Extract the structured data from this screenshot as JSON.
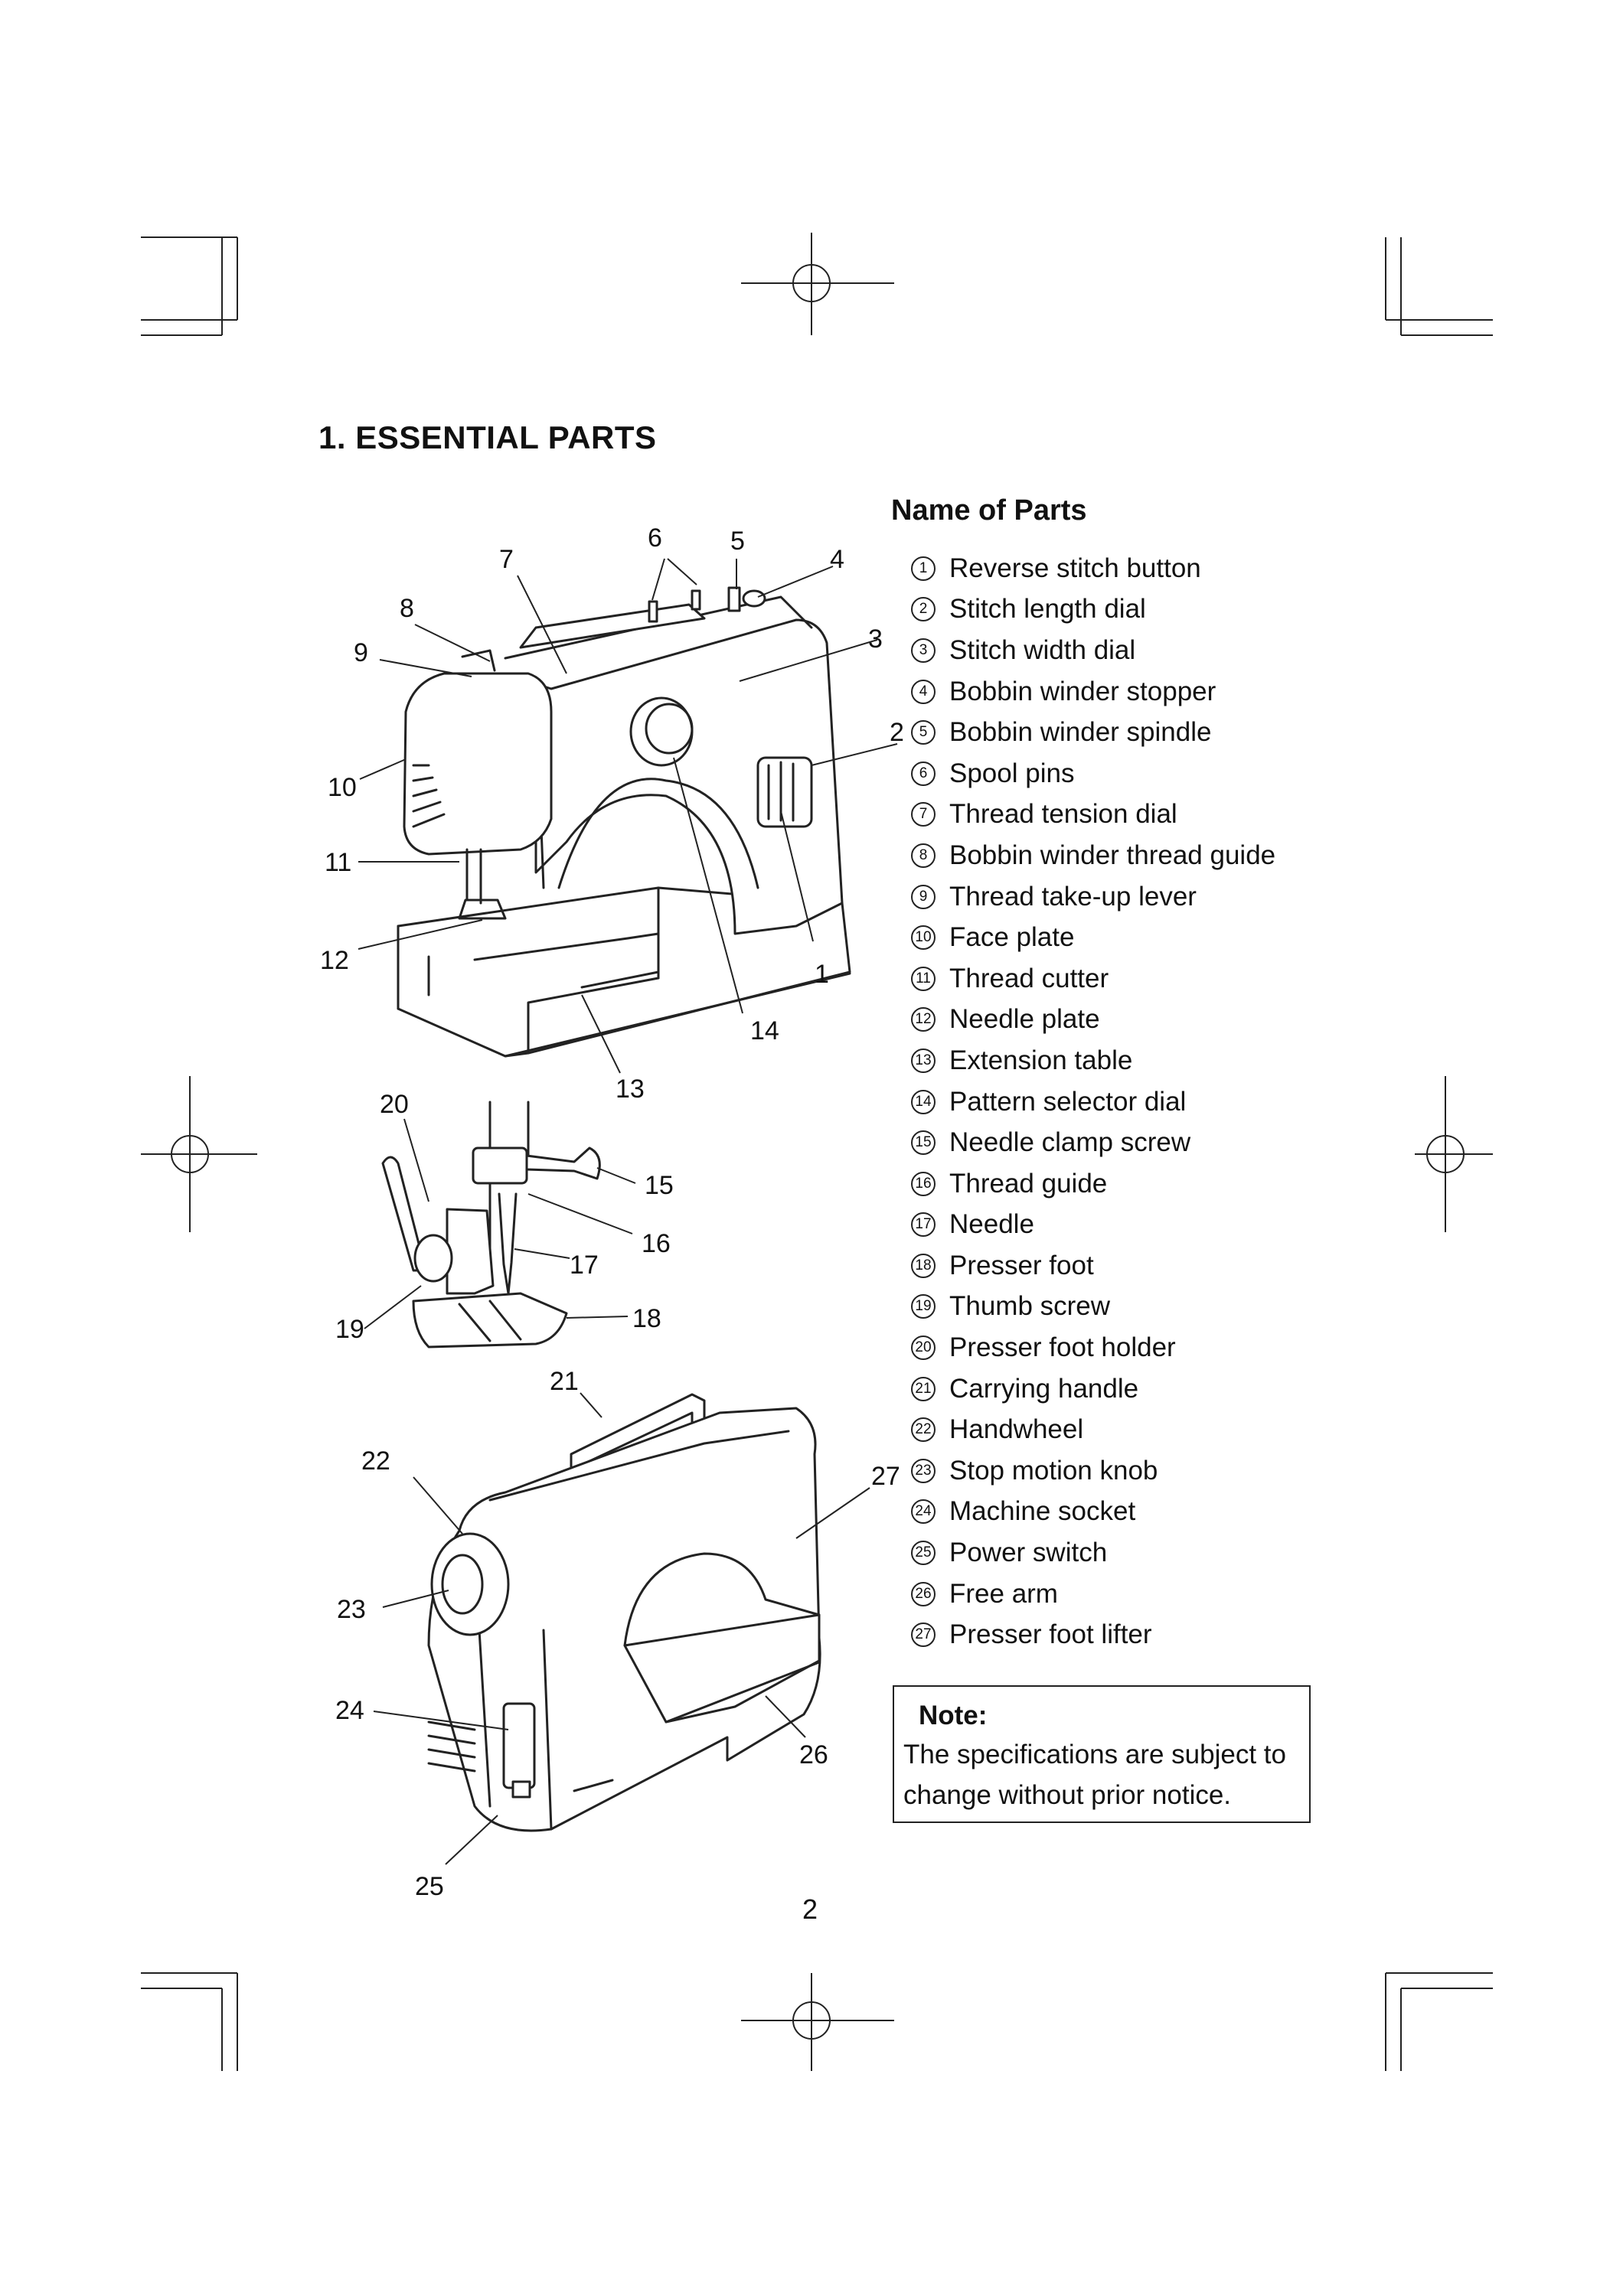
{
  "title": "1. ESSENTIAL PARTS",
  "parts_heading": "Name of Parts",
  "parts": [
    {
      "num": "1",
      "label": "Reverse stitch button"
    },
    {
      "num": "2",
      "label": "Stitch length dial"
    },
    {
      "num": "3",
      "label": "Stitch width dial"
    },
    {
      "num": "4",
      "label": "Bobbin winder stopper"
    },
    {
      "num": "5",
      "label": "Bobbin winder spindle"
    },
    {
      "num": "6",
      "label": "Spool pins"
    },
    {
      "num": "7",
      "label": "Thread tension dial"
    },
    {
      "num": "8",
      "label": "Bobbin winder thread guide"
    },
    {
      "num": "9",
      "label": "Thread take-up lever"
    },
    {
      "num": "10",
      "label": "Face plate"
    },
    {
      "num": "11",
      "label": "Thread cutter"
    },
    {
      "num": "12",
      "label": "Needle plate"
    },
    {
      "num": "13",
      "label": "Extension table"
    },
    {
      "num": "14",
      "label": "Pattern selector dial"
    },
    {
      "num": "15",
      "label": "Needle clamp screw"
    },
    {
      "num": "16",
      "label": "Thread guide"
    },
    {
      "num": "17",
      "label": "Needle"
    },
    {
      "num": "18",
      "label": "Presser foot"
    },
    {
      "num": "19",
      "label": "Thumb screw"
    },
    {
      "num": "20",
      "label": "Presser foot holder"
    },
    {
      "num": "21",
      "label": "Carrying handle"
    },
    {
      "num": "22",
      "label": "Handwheel"
    },
    {
      "num": "23",
      "label": "Stop motion knob"
    },
    {
      "num": "24",
      "label": "Machine socket"
    },
    {
      "num": "25",
      "label": "Power switch"
    },
    {
      "num": "26",
      "label": "Free arm"
    },
    {
      "num": "27",
      "label": "Presser foot lifter"
    }
  ],
  "note": {
    "title": "Note:",
    "line1": "The specifications are subject to",
    "line2": "change without prior notice."
  },
  "page_number": "2",
  "callouts": [
    "1",
    "2",
    "3",
    "4",
    "5",
    "6",
    "7",
    "8",
    "9",
    "10",
    "11",
    "12",
    "13",
    "14",
    "15",
    "16",
    "17",
    "18",
    "19",
    "20",
    "21",
    "22",
    "23",
    "24",
    "25",
    "26",
    "27"
  ]
}
